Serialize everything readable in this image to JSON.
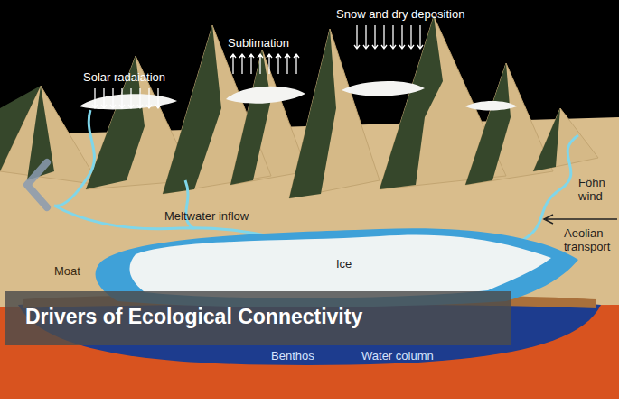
{
  "diagram": {
    "title": "Drivers of Ecological Connectivity",
    "labels": [
      "Solar radaiation",
      "Sublimation",
      "Snow and dry deposition",
      "Föhn wind",
      "Meltwater inflow",
      "Aeolian transport",
      "Moat",
      "Ice",
      "Benthos",
      "Water column"
    ]
  }
}
